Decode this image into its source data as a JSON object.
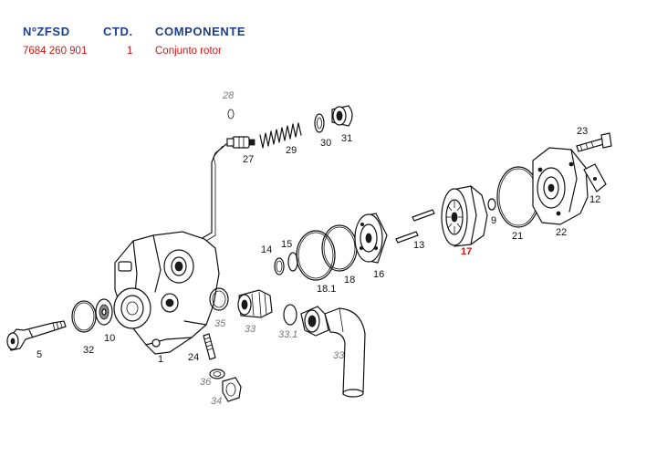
{
  "header": {
    "col_part_no": "NºZFSD",
    "col_qty": "CTD.",
    "col_component": "COMPONENTE"
  },
  "row": {
    "part_no": "7684 260 901",
    "qty": "1",
    "component": "Conjunto rotor"
  },
  "colors": {
    "header_blue": "#1c3f8c",
    "value_red": "#d21414",
    "highlight": "#d21414",
    "faded_label": "#777777"
  },
  "callouts": {
    "p1": "1",
    "p5": "5",
    "p9": "9",
    "p10": "10",
    "p12": "12",
    "p13": "13",
    "p14": "14",
    "p15": "15",
    "p16": "16",
    "p17": "17",
    "p18": "18",
    "p18_1": "18.1",
    "p21": "21",
    "p22": "22",
    "p23": "23",
    "p24": "24",
    "p27": "27",
    "p28": "28",
    "p29": "29",
    "p30": "30",
    "p31": "31",
    "p32": "32",
    "p33a": "33",
    "p33b": "33",
    "p33_1": "33.1",
    "p34": "34",
    "p35": "35",
    "p36": "36"
  },
  "highlighted_part": "17"
}
